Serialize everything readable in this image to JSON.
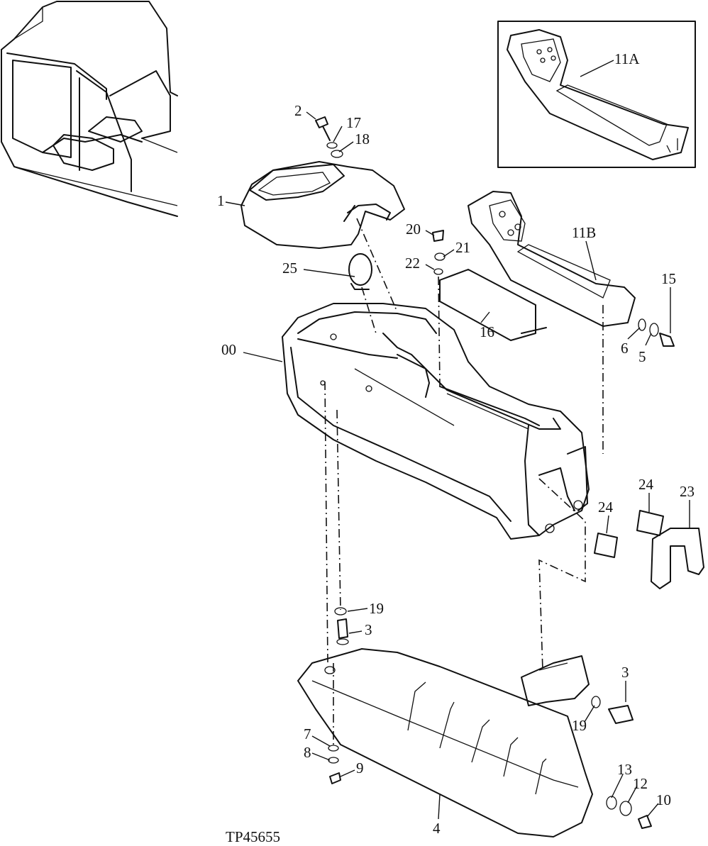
{
  "figure_id": "TP45655",
  "inset_label": "11A",
  "callouts": {
    "c00": "00",
    "c1": "1",
    "c2": "2",
    "c3a": "3",
    "c3b": "3",
    "c4": "4",
    "c5": "5",
    "c6": "6",
    "c7": "7",
    "c8": "8",
    "c9": "9",
    "c10": "10",
    "c11b": "11B",
    "c12": "12",
    "c13": "13",
    "c15": "15",
    "c16": "16",
    "c17": "17",
    "c18": "18",
    "c19a": "19",
    "c19b": "19",
    "c20": "20",
    "c21": "21",
    "c22": "22",
    "c23": "23",
    "c24a": "24",
    "c24b": "24",
    "c25": "25"
  }
}
